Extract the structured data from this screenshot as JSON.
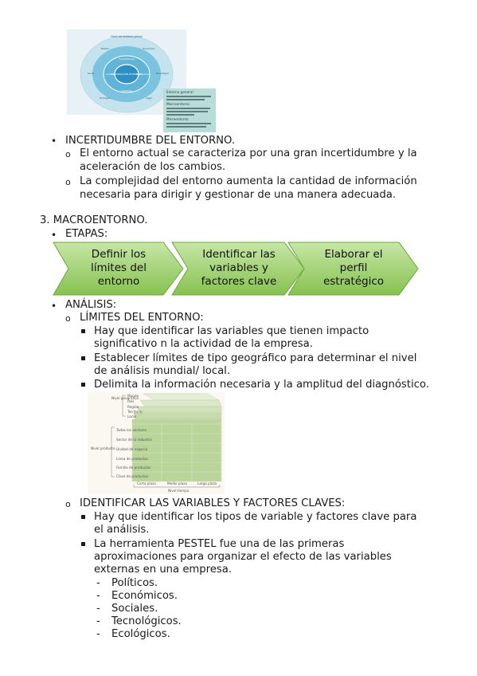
{
  "figure1": {
    "outer_title": "Nivel de entorno global",
    "ring_labels": [
      "Político",
      "Económico",
      "Social",
      "Tecnológico",
      "Ecológico",
      "Legal"
    ],
    "mid_labels": [
      "Competidores",
      "Clientes",
      "Proveedores",
      "Sustitutos"
    ],
    "core_text": "ORGANIZACIÓN ESTRATEGIA",
    "card_headings": [
      "Entorno general",
      "Macroentorno",
      "Microentorno"
    ]
  },
  "section_uncertainty": {
    "heading": "INCERTIDUMBRE DEL ENTORNO.",
    "items": [
      [
        "El entorno actual se caracteriza por una gran incertidumbre y la",
        "aceleración de los cambios."
      ],
      [
        "La complejidad del entorno aumenta la cantidad de información",
        "necesaria para dirigir y gestionar de una manera adecuada."
      ]
    ]
  },
  "macro": {
    "heading": "3. MACROENTORNO.",
    "stages_label": "ETAPAS:",
    "stages": [
      [
        "Definir los",
        "límites del",
        "entorno"
      ],
      [
        "Identificar las",
        "variables y",
        "factores clave"
      ],
      [
        "Elaborar el",
        "perfil",
        "estratégico"
      ]
    ],
    "colors": {
      "arrow_light": "#b5dd8e",
      "arrow_dark": "#7fbe45",
      "arrow_border": "#6aa83a"
    },
    "analysis_label": "ANÁLISIS:",
    "limits_heading": "LÍMITES DEL ENTORNO:",
    "limits_items": [
      [
        "Hay que identificar las variables que tienen impacto",
        "significativo n la actividad de la empresa."
      ],
      [
        "Establecer límites de tipo geográfico para determinar el nivel",
        "de análisis mundial/ local."
      ],
      [
        "Delimita la información necesaria y la amplitud del diagnóstico."
      ]
    ],
    "matrix": {
      "top_axis": "Nivel geográfico",
      "top_rows": [
        "Mundo",
        "País",
        "Región",
        "Territorio",
        "Local"
      ],
      "left_axis": "Nivel producto",
      "left_rows": [
        "Todos los sectores",
        "Sector de la industria",
        "Unidad de negocio",
        "Línea de productos",
        "Familia de productos",
        "Clase de productos"
      ],
      "bottom_cols": [
        "Corto plazo",
        "Medio plazo",
        "Largo plazo"
      ],
      "bottom_axis": "Nivel tiempo"
    },
    "vars_heading": "IDENTIFICAR LAS VARIABLES Y FACTORES CLAVES:",
    "vars_items": [
      [
        "Hay que identificar los tipos de variable y factores clave para",
        "el análisis."
      ],
      [
        "La herramienta PESTEL fue una de las primeras",
        "aproximaciones para organizar el efecto de las variables",
        "externas en una empresa."
      ]
    ],
    "pestel": [
      "Políticos.",
      "Económicos.",
      "Sociales.",
      "Tecnológicos.",
      "Ecológicos."
    ]
  }
}
